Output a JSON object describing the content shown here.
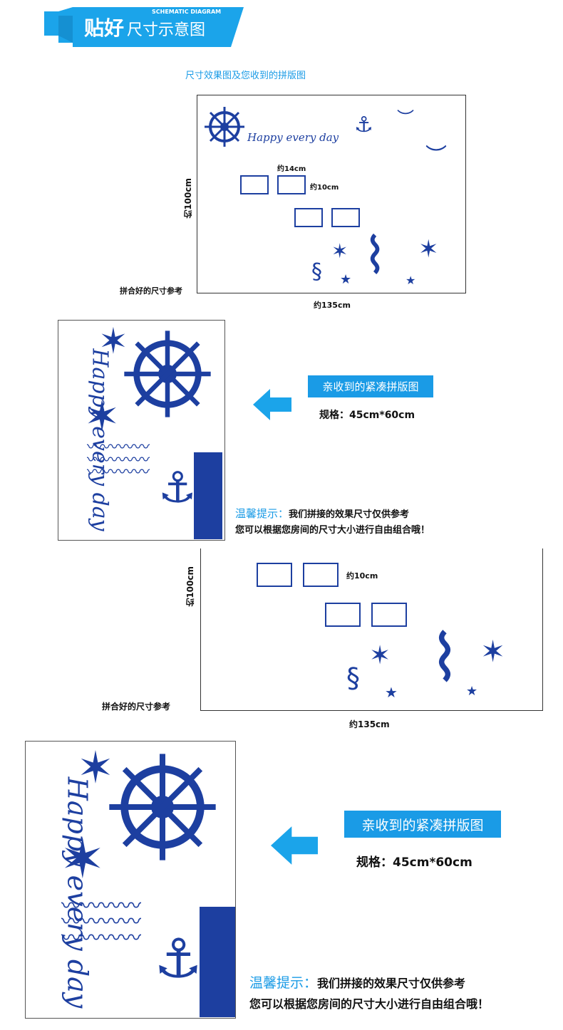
{
  "header": {
    "title_bold": "贴好",
    "title_light": "尺寸示意图",
    "subtitle": "SCHEMATIC DIAGRAM"
  },
  "caption": "尺寸效果图及您收到的拼版图",
  "diagram1": {
    "slogan": "Happy every day",
    "width_label": "约14cm",
    "height_label": "约10cm",
    "total_height": "约100cm",
    "total_width": "约135cm",
    "reference": "拼合好的尺寸参考"
  },
  "section1": {
    "label": "亲收到的紧凑拼版图",
    "spec": "规格：45cm*60cm",
    "tip_title": "温馨提示：",
    "tip_line1": "我们拼接的效果尺寸仅供参考",
    "tip_line2": "您可以根据您房间的尺寸大小进行自由组合哦！"
  },
  "diagram2": {
    "height_label": "约10cm",
    "total_height": "约100cm",
    "total_width": "约135cm",
    "reference": "拼合好的尺寸参考"
  },
  "section2": {
    "label": "亲收到的紧凑拼版图",
    "spec": "规格：45cm*60cm",
    "tip_title": "温馨提示：",
    "tip_line1": "我们拼接的效果尺寸仅供参考",
    "tip_line2": "您可以根据您房间的尺寸大小进行自由组合哦！"
  },
  "panel_text": "Happy every day",
  "colors": {
    "accent": "#1a9be6",
    "sticker": "#1d3fa0"
  }
}
